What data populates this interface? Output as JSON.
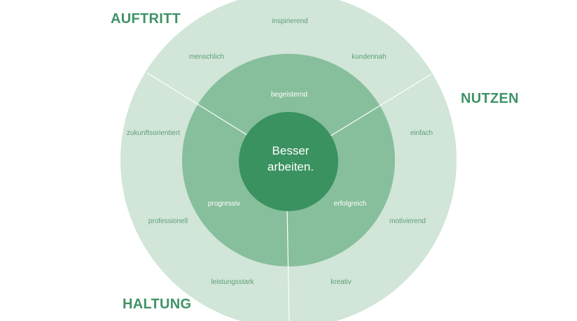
{
  "colors": {
    "outer_ring": "#d1e5d8",
    "middle_ring": "#87bf9c",
    "center_circle": "#3a9261",
    "divider": "#ffffff",
    "outer_text": "#5c9f78",
    "inner_text": "#ffffff",
    "section_title": "#3f9366"
  },
  "center": {
    "line1": "Besser",
    "line2": "arbeiten."
  },
  "sections": {
    "auftritt": "AUFTRITT",
    "nutzen": "NUTZEN",
    "haltung": "HALTUNG"
  },
  "middle_ring": {
    "top": "begeisternd",
    "left": "progressiv",
    "right": "erfolgreich"
  },
  "outer_ring": {
    "top": "inspirierend",
    "top_left": "menschlich",
    "top_right": "kundennah",
    "upper_left": "zukunftsorientiert",
    "upper_right": "einfach",
    "lower_left": "professionell",
    "lower_right": "motivierend",
    "bottom_left": "leistungsstark",
    "bottom_right": "kreativ"
  }
}
